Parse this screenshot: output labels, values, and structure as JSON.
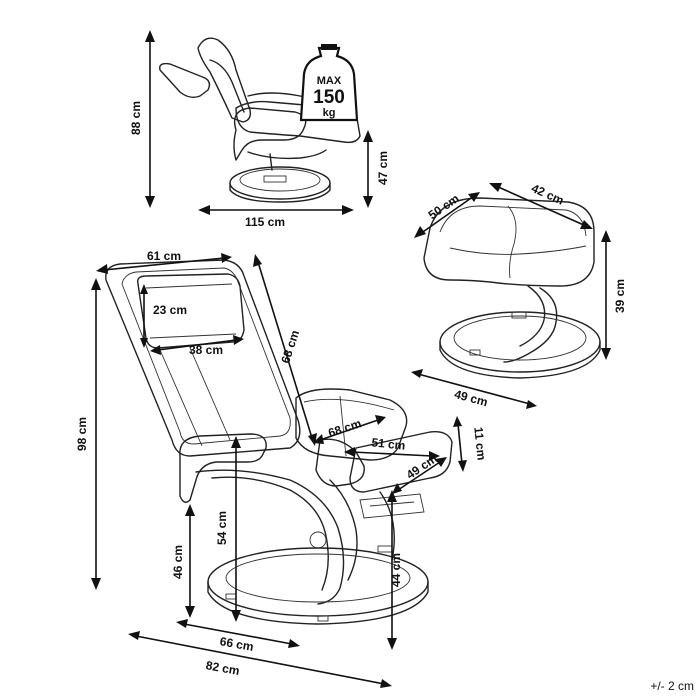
{
  "weight_badge": {
    "line1": "MAX",
    "line2": "150",
    "line3": "kg"
  },
  "dimensions": {
    "recliner_height": "88 cm",
    "recliner_depth": "115 cm",
    "recliner_seat_height": "47 cm",
    "ottoman_depth": "50 cm",
    "ottoman_width": "42 cm",
    "ottoman_height": "39 cm",
    "ottoman_base": "49 cm",
    "chair_width": "61 cm",
    "headrest_height": "23 cm",
    "headrest_width": "38 cm",
    "backrest_length": "68 cm",
    "chair_height": "98 cm",
    "seat_width": "68 cm",
    "seat_depth": "51 cm",
    "footrest_thickness": "11 cm",
    "footrest_depth": "49 cm",
    "seat_height": "54 cm",
    "armrest_base_height": "46 cm",
    "footrest_height": "44 cm",
    "base_width": "66 cm",
    "overall_depth": "82 cm"
  },
  "tolerance": "+/- 2 cm"
}
